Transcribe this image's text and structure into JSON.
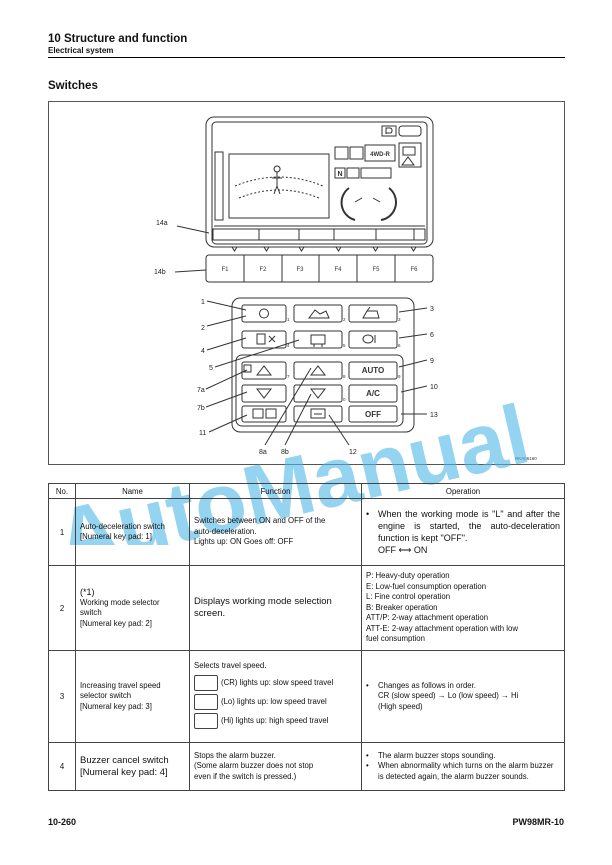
{
  "header": {
    "title": "10 Structure and function",
    "subtitle": "Electrical system"
  },
  "section_title": "Switches",
  "figure": {
    "callouts": {
      "c14a": "14a",
      "c14b": "14b",
      "c1": "1",
      "c2": "2",
      "c3": "3",
      "c4": "4",
      "c5": "5",
      "c6": "6",
      "c7a": "7a",
      "c7b": "7b",
      "c8a": "8a",
      "c8b": "8b",
      "c9": "9",
      "c10": "10",
      "c11": "11",
      "c12": "12",
      "c13": "13"
    },
    "fkeys": [
      "F1",
      "F2",
      "F3",
      "F4",
      "F5",
      "F6"
    ],
    "monitor_text": {
      "mode": "4WD-R",
      "n": "N"
    },
    "key_labels": {
      "auto": "AUTO",
      "ac": "A/C",
      "off": "OFF"
    },
    "key_digits": {
      "k1": "1",
      "k2": "2",
      "k3": "3",
      "k4": "4",
      "k5": "5",
      "k6": "6",
      "k7": "7",
      "k8": "8",
      "k9": "9",
      "k0": "0"
    },
    "ref_code": "RKA06160"
  },
  "watermark": "AutoManual",
  "table": {
    "headers": {
      "no": "No.",
      "name": "Name",
      "function": "Function",
      "operation": "Operation"
    },
    "rows": {
      "r1": {
        "no": "1",
        "name": [
          "Auto-deceleration switch",
          "[Numeral key pad: 1]"
        ],
        "function": [
          "Switches between ON and OFF of the",
          "auto-deceleration.",
          "Lights up: ON Goes off: OFF"
        ],
        "operation_bullet": "When the working mode is \"L\" and after the engine is started, the auto-deceleration function is kept \"OFF\".",
        "operation_toggle": "OFF ⟷ ON"
      },
      "r2": {
        "no": "2",
        "name": [
          "(*1)",
          "Working mode selector",
          "switch",
          "[Numeral key pad: 2]"
        ],
        "function": "Displays working mode selection screen.",
        "operation": [
          "P: Heavy-duty operation",
          "E: Low-fuel consumption operation",
          "L: Fine control operation",
          "B: Breaker operation",
          "ATT/P: 2-way attachment operation",
          "ATT-E: 2-way attachment operation with  low",
          "fuel consumption"
        ]
      },
      "r3": {
        "no": "3",
        "name": [
          "Increasing travel speed",
          "selector  switch",
          "[Numeral key pad: 3]"
        ],
        "function_title": "Selects travel speed.",
        "function_items": [
          "(CR) lights up: slow speed travel",
          "(Lo) lights up: low speed travel",
          "(Hi) lights up: high speed travel"
        ],
        "operation": [
          "Changes as follows in order.",
          "CR (slow speed) → Lo (low speed) → Hi",
          "(High speed)"
        ]
      },
      "r4": {
        "no": "4",
        "name": [
          "Buzzer cancel switch",
          "[Numeral key pad: 4]"
        ],
        "function": [
          "Stops the alarm buzzer.",
          "(Some alarm buzzer does not stop",
          "even if the switch is pressed.)"
        ],
        "operation": [
          "The alarm buzzer stops sounding.",
          "When abnormality which turns on the alarm buzzer is detected again, the alarm buzzer sounds."
        ]
      }
    }
  },
  "footer": {
    "page": "10-260",
    "model": "PW98MR-10"
  }
}
